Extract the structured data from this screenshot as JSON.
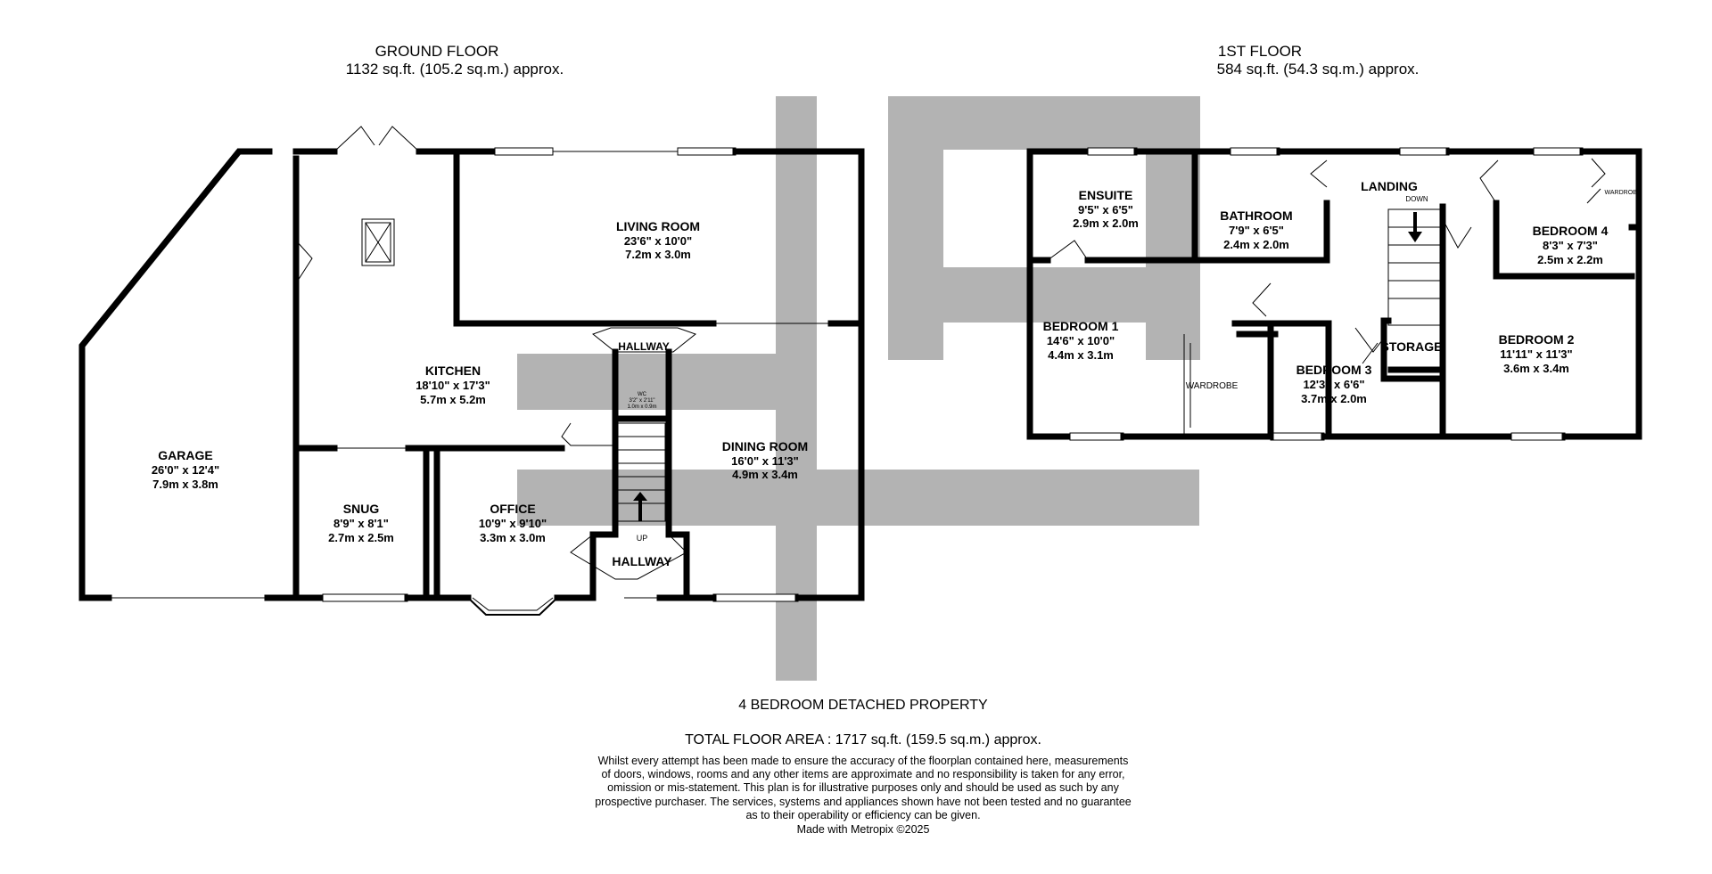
{
  "ground_floor": {
    "title": "GROUND FLOOR",
    "area": "1132 sq.ft. (105.2 sq.m.) approx.",
    "rooms": {
      "living_room": {
        "name": "LIVING ROOM",
        "dim_imperial": "23'6\" x 10'0\"",
        "dim_metric": "7.2m x 3.0m"
      },
      "kitchen": {
        "name": "KITCHEN",
        "dim_imperial": "18'10\" x 17'3\"",
        "dim_metric": "5.7m x 5.2m"
      },
      "garage": {
        "name": "GARAGE",
        "dim_imperial": "26'0\" x 12'4\"",
        "dim_metric": "7.9m x 3.8m"
      },
      "snug": {
        "name": "SNUG",
        "dim_imperial": "8'9\" x 8'1\"",
        "dim_metric": "2.7m x 2.5m"
      },
      "office": {
        "name": "OFFICE",
        "dim_imperial": "10'9\" x 9'10\"",
        "dim_metric": "3.3m x 3.0m"
      },
      "dining_room": {
        "name": "DINING ROOM",
        "dim_imperial": "16'0\" x 11'3\"",
        "dim_metric": "4.9m x 3.4m"
      },
      "hallway_inner": {
        "name": "HALLWAY"
      },
      "hallway_front": {
        "name": "HALLWAY"
      },
      "wc": {
        "name": "WC",
        "dim_imperial": "3'2\" x 2'11\"",
        "dim_metric": "1.0m x 0.9m"
      }
    },
    "stairs_label": "UP"
  },
  "first_floor": {
    "title": "1ST FLOOR",
    "area": "584 sq.ft. (54.3 sq.m.) approx.",
    "rooms": {
      "ensuite": {
        "name": "ENSUITE",
        "dim_imperial": "9'5\" x 6'5\"",
        "dim_metric": "2.9m x 2.0m"
      },
      "bathroom": {
        "name": "BATHROOM",
        "dim_imperial": "7'9\" x 6'5\"",
        "dim_metric": "2.4m x 2.0m"
      },
      "landing": {
        "name": "LANDING"
      },
      "bedroom_4": {
        "name": "BEDROOM 4",
        "dim_imperial": "8'3\" x 7'3\"",
        "dim_metric": "2.5m x 2.2m"
      },
      "bedroom_1": {
        "name": "BEDROOM 1",
        "dim_imperial": "14'6\" x 10'0\"",
        "dim_metric": "4.4m x 3.1m"
      },
      "bedroom_3": {
        "name": "BEDROOM 3",
        "dim_imperial": "12'3\" x 6'6\"",
        "dim_metric": "3.7m x 2.0m"
      },
      "bedroom_2": {
        "name": "BEDROOM 2",
        "dim_imperial": "11'11\" x 11'3\"",
        "dim_metric": "3.6m x 3.4m"
      },
      "storage": {
        "name": "STORAGE"
      }
    },
    "wardrobe_label": "WARDROBE",
    "wardrobe_small_label": "WARDROBE",
    "stairs_label": "DOWN"
  },
  "property_title": "4 BEDROOM DETACHED PROPERTY",
  "total_area": "TOTAL FLOOR AREA : 1717 sq.ft. (159.5 sq.m.) approx.",
  "disclaimer_lines": [
    "Whilst every attempt has been made to ensure the accuracy of the floorplan contained here, measurements",
    "of doors, windows, rooms and any other items are approximate and no responsibility is taken for any error,",
    "omission or mis-statement. This plan is for illustrative purposes only and should be used as such by any",
    "prospective purchaser. The services, systems and appliances shown have not been tested and no guarantee",
    "as to their operability or efficiency can be given."
  ],
  "credit": "Made with Metropix ©2025",
  "colors": {
    "wall": "#000000",
    "watermark": "#b3b3b3",
    "background": "#ffffff"
  }
}
